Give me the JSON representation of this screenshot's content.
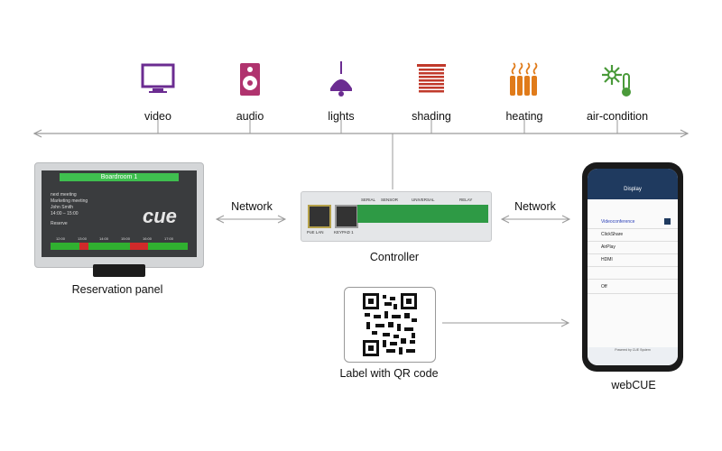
{
  "categories": [
    {
      "label": "video",
      "icon": "monitor-icon",
      "color": "#6b2c91"
    },
    {
      "label": "audio",
      "icon": "speaker-icon",
      "color": "#b0336e"
    },
    {
      "label": "lights",
      "icon": "ceiling-lamp-icon",
      "color": "#6b2c91"
    },
    {
      "label": "shading",
      "icon": "blinds-icon",
      "color": "#c0392b"
    },
    {
      "label": "heating",
      "icon": "radiator-icon",
      "color": "#e07b1a"
    },
    {
      "label": "air-condition",
      "icon": "snowflake-thermometer-icon",
      "color": "#4a9a3a"
    }
  ],
  "controller": {
    "label": "Controller",
    "port_labels": [
      "PoE LAN",
      "KEYPAD 1",
      "SERIAL",
      "SENSOR",
      "UNIVERSAL",
      "RELAY"
    ]
  },
  "links": {
    "left_label": "Network",
    "right_label": "Network"
  },
  "reservation_panel": {
    "label": "Reservation panel",
    "room": "Boardroom 1",
    "status_line": "next meeting",
    "meeting": "Marketing meeting",
    "organizer": "John Smith",
    "time": "14:00 – 15:00",
    "reserve": "Reserve",
    "logo": "cue",
    "timeline": [
      "12:00",
      "13:00",
      "14:00",
      "15:00",
      "16:00",
      "17:00"
    ]
  },
  "qr": {
    "label": "Label with QR code"
  },
  "webcue": {
    "label": "webCUE",
    "screen_title": "Display",
    "menu_items": [
      "Videoconference",
      "ClickShare",
      "AirPlay",
      "HDMI",
      "Off"
    ],
    "footer": "Powered by CUE System"
  },
  "colors": {
    "line": "#9a9a9a",
    "accent_green": "#3fbf4f",
    "phone_header": "#1f3a5f"
  }
}
